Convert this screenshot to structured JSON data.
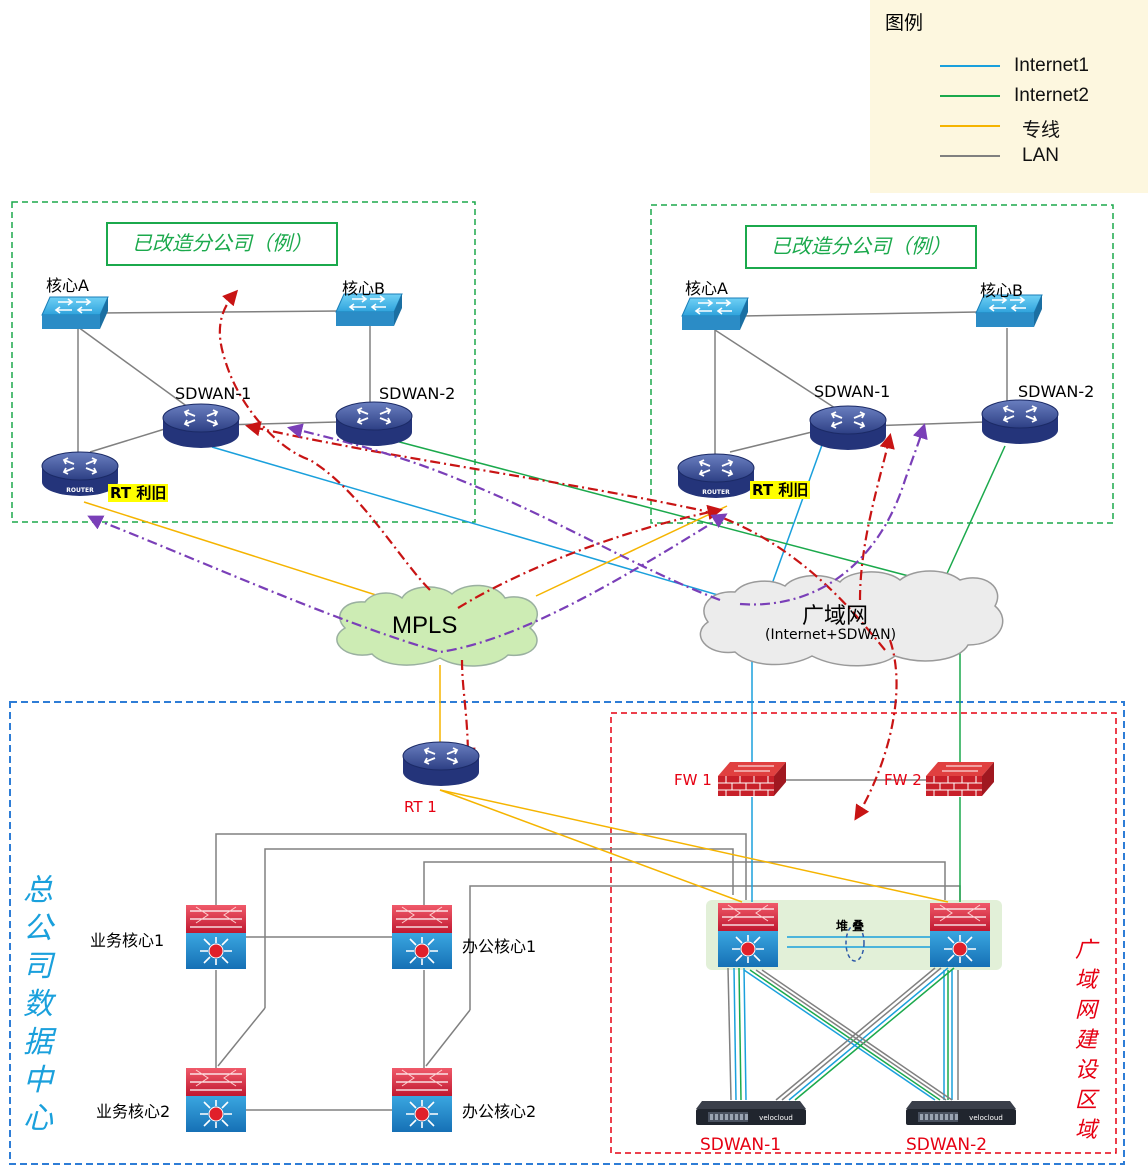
{
  "legend": {
    "title": "图例",
    "items": [
      {
        "label": "Internet1",
        "color": "#1aa0dc"
      },
      {
        "label": "Internet2",
        "color": "#1ba94c"
      },
      {
        "label": "专线",
        "color": "#f5b400"
      },
      {
        "label": "LAN",
        "color": "#808080"
      }
    ]
  },
  "branch_left": {
    "title": "已改造分公司（例）",
    "core_a": "核心A",
    "core_b": "核心B",
    "sdwan1": "SDWAN-1",
    "sdwan2": "SDWAN-2",
    "rt": "RT 利旧"
  },
  "branch_right": {
    "title": "已改造分公司（例）",
    "core_a": "核心A",
    "core_b": "核心B",
    "sdwan1": "SDWAN-1",
    "sdwan2": "SDWAN-2",
    "rt": "RT 利旧"
  },
  "clouds": {
    "mpls": "MPLS",
    "wan": "广域网",
    "wan_sub": "(Internet+SDWAN)"
  },
  "hq": {
    "title_vertical": "总公司数据中心",
    "rt1": "RT 1",
    "biz_core1": "业务核心1",
    "biz_core2": "业务核心2",
    "office_core1": "办公核心1",
    "office_core2": "办公核心2"
  },
  "wan_zone": {
    "title_vertical": "广域网建设区域",
    "fw1": "FW 1",
    "fw2": "FW 2",
    "stack": "堆 叠",
    "sdwan1": "SDWAN-1",
    "sdwan2": "SDWAN-2",
    "appliance_brand": "velocloud"
  },
  "icons": {
    "switch": "switch-icon",
    "router": "router-icon",
    "router_text": "ROUTER",
    "firewall": "firewall-icon",
    "core_switch": "core-switch-icon",
    "appliance": "sdwan-appliance-icon",
    "cloud": "cloud-icon"
  }
}
